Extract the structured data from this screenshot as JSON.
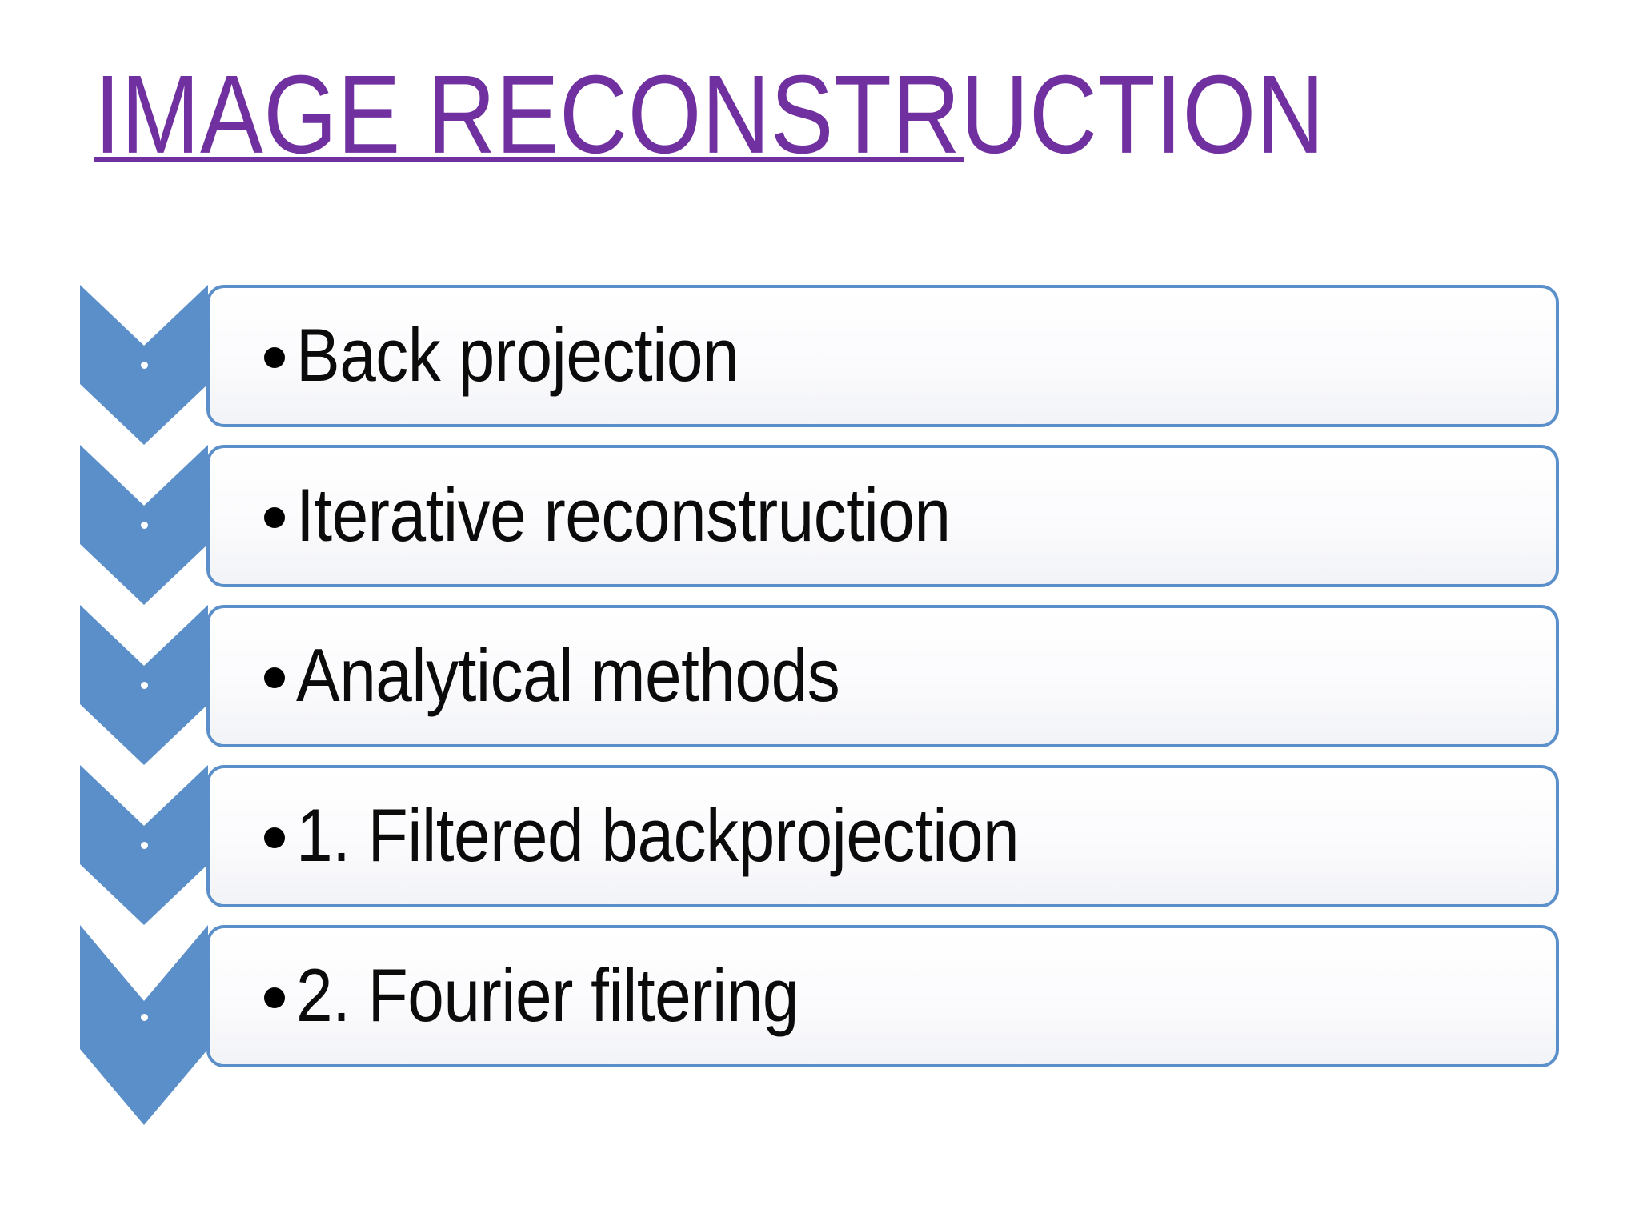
{
  "slide": {
    "background_color": "#FFFFFF",
    "title": {
      "text": "IMAGE RECONSTRUCTION ",
      "color": "#7030A0",
      "underline": true
    },
    "accent_color": "#5B8FC9",
    "box_border_color": "#5B8FC9",
    "bullet_color": "#000000",
    "items": [
      {
        "label": "Back projection",
        "bullet": "•",
        "chevron": "chevron-down"
      },
      {
        "label": "Iterative reconstruction",
        "bullet": "•",
        "chevron": "chevron-down"
      },
      {
        "label": "Analytical methods",
        "bullet": "•",
        "chevron": "chevron-down"
      },
      {
        "label": "1. Filtered backprojection",
        "bullet": "•",
        "chevron": "chevron-down"
      },
      {
        "label": "2. Fourier filtering",
        "bullet": "•",
        "chevron": "chevron-down"
      }
    ]
  }
}
